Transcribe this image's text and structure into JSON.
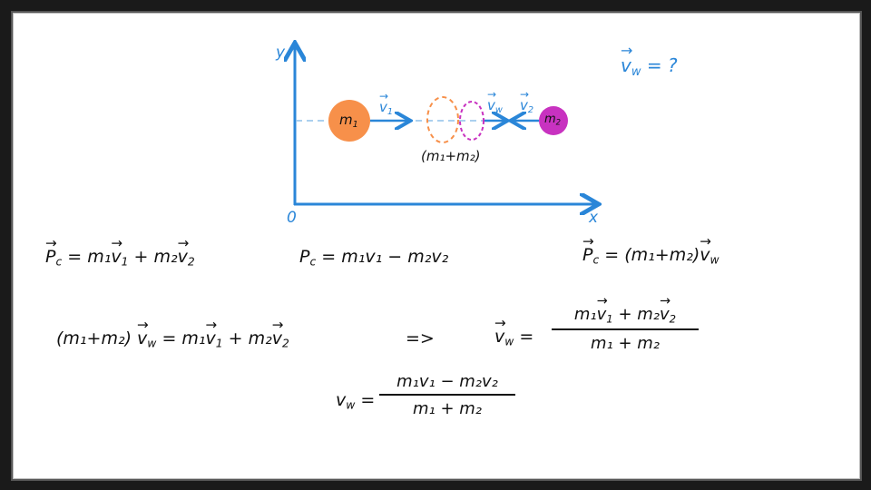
{
  "colors": {
    "axis": "#2a86d8",
    "m1": "#f7904a",
    "m2": "#c832c0",
    "ink": "#111111"
  },
  "diagram": {
    "y_label": "y",
    "x_label": "x",
    "origin_label": "0",
    "m1_label": "m",
    "m1_sub": "1",
    "m2_label": "m",
    "m2_sub": "2",
    "v1_label": "v",
    "v1_sub": "1",
    "vw_label": "v",
    "vw_sub": "w",
    "v2_label": "v",
    "v2_sub": "2",
    "combined_label": "(m₁+m₂)",
    "question_v": "v",
    "question_sub": "w",
    "question_rest": " = ?"
  },
  "equations": {
    "eq1": {
      "lhs": "P",
      "lhs_sub": "c",
      "mid": " = m₁",
      "v1": "v",
      "v1_sub": "1",
      "plus": " + m₂",
      "v2": "v",
      "v2_sub": "2"
    },
    "eq2": {
      "text": "P",
      "sub": "c",
      "rest": " = m₁v₁ − m₂v₂"
    },
    "eq3": {
      "lhs": "P",
      "lhs_sub": "c",
      "mid": " = (m₁+m₂)",
      "v": "v",
      "v_sub": "w"
    },
    "eq4": {
      "pre": "(m₁+m₂)",
      "v": "v",
      "v_sub": "w",
      "mid": " = m₁",
      "v1": "v",
      "v1_sub": "1",
      "plus": " + m₂",
      "v2": "v",
      "v2_sub": "2"
    },
    "implies": "=>",
    "eq5": {
      "lhs": "v",
      "lhs_sub": "w",
      "eq": "=",
      "num_a": "m₁",
      "num_v1": "v",
      "num_v1_sub": "1",
      "num_plus": " + m₂",
      "num_v2": "v",
      "num_v2_sub": "2",
      "den": "m₁ + m₂"
    },
    "eq6": {
      "lhs": "v",
      "lhs_sub": "w",
      "eq": " =",
      "num": "m₁v₁ − m₂v₂",
      "den": "m₁ + m₂"
    }
  }
}
